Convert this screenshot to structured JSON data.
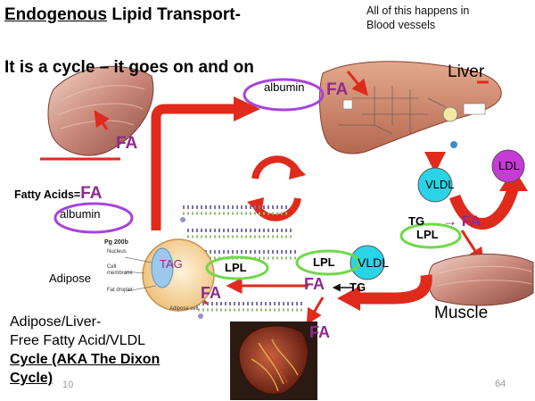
{
  "title": {
    "part1": "Endogenous",
    "part2": " Lipid Transport-",
    "line2": "It is a cycle – it goes on and on"
  },
  "note": {
    "line1": "All of this happens in",
    "line2": "Blood vessels"
  },
  "labels": {
    "liver": "Liver",
    "muscle": "Muscle",
    "adipose": "Adipose",
    "fatty_acids_prefix": "Fatty Acids=",
    "fa": "FA",
    "albumin": "albumin",
    "tag": "TAG",
    "lpl": "LPL",
    "vldl": "VLDL",
    "vldl_short": "VLDL",
    "ldl": "LDL",
    "tg": "TG",
    "tg_arrow": "←TG",
    "fa_arrow": "→ FA"
  },
  "cell_labels": {
    "heading": "Pg 200b",
    "nucleus": "Nucleus",
    "membrane": "Cell membrane",
    "droplet": "Fat droplet",
    "cell": "Adipose cell"
  },
  "bottom": {
    "line1": "Adipose/Liver-",
    "line2": "Free Fatty Acid/VLDL",
    "line3": "Cycle (AKA The Dixon",
    "line4": "Cycle)",
    "footer_date": "10",
    "page_number": "64"
  },
  "colors": {
    "purple": "#8e2a8e",
    "red": "#e02a1c",
    "green": "#6fd84a",
    "cyan": "#2bd3e8",
    "magenta": "#c63bd6",
    "muscle": "#b87a6a",
    "liver": "#c9816a",
    "adipose": "#f3d39a",
    "heart": "#8c2f1e"
  }
}
